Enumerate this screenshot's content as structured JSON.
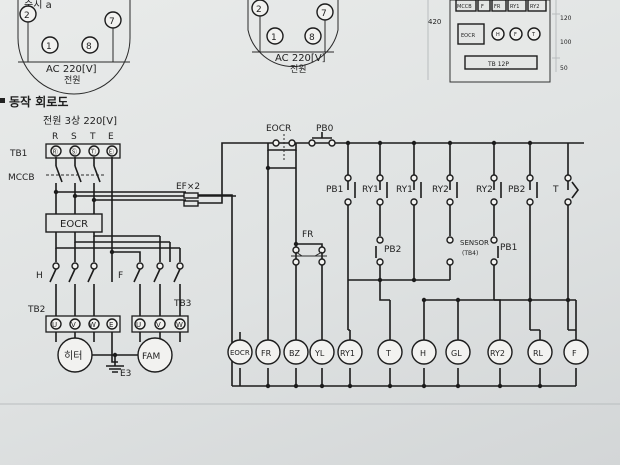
{
  "section_title": "동작 회로도",
  "power_label": "전원 3상 220[V]",
  "top_left": {
    "ac_label": "AC 220[V]",
    "power_word": "전원",
    "pins": [
      "2",
      "7",
      "1",
      "8"
    ],
    "top_text": "순시 a"
  },
  "top_mid": {
    "ac_label": "AC 220[V]",
    "power_word": "전원",
    "pins": [
      "2",
      "7",
      "1",
      "8"
    ]
  },
  "panel": {
    "height_label": "420",
    "buttons_row1": [
      "MCCB",
      "F",
      "FR",
      "RY1",
      "RY2"
    ],
    "buttons_row2": [
      "EOCR",
      "H",
      "F",
      "T"
    ],
    "terminal_label": "TB 12P",
    "dims": [
      "120",
      "100",
      "50"
    ]
  },
  "terminals_tb1": [
    "R",
    "S",
    "T",
    "E"
  ],
  "terminal_marks": [
    "Ⓡ",
    "Ⓢ",
    "Ⓣ",
    "Ⓔ"
  ],
  "labels": {
    "tb1": "TB1",
    "mccb": "MCCB",
    "eocr_box": "EOCR",
    "ef": "EF×2",
    "h": "H",
    "f": "F",
    "tb2": "TB2",
    "tb3": "TB3",
    "heater": "히터",
    "fam": "FAM",
    "e3": "E3",
    "eocr_top": "EOCR",
    "pb0": "PB0",
    "pb1_a": "PB1",
    "ry1_a": "RY1",
    "ry1_b": "RY1",
    "ry2_a": "RY2",
    "ry2_b": "RY2",
    "pb2_a": "PB2",
    "t_a": "T",
    "fr": "FR",
    "pb2_b": "PB2",
    "sensor": "SENSOR",
    "tb4": "(TB4)",
    "pb1_b": "PB1"
  },
  "tb2_terminals": [
    "U",
    "V",
    "W",
    "E"
  ],
  "tb3_terminals": [
    "U",
    "V",
    "W"
  ],
  "loads": [
    "EOCR",
    "FR",
    "BZ",
    "YL",
    "RY1",
    "T",
    "H",
    "GL",
    "RY2",
    "RL",
    "F"
  ]
}
